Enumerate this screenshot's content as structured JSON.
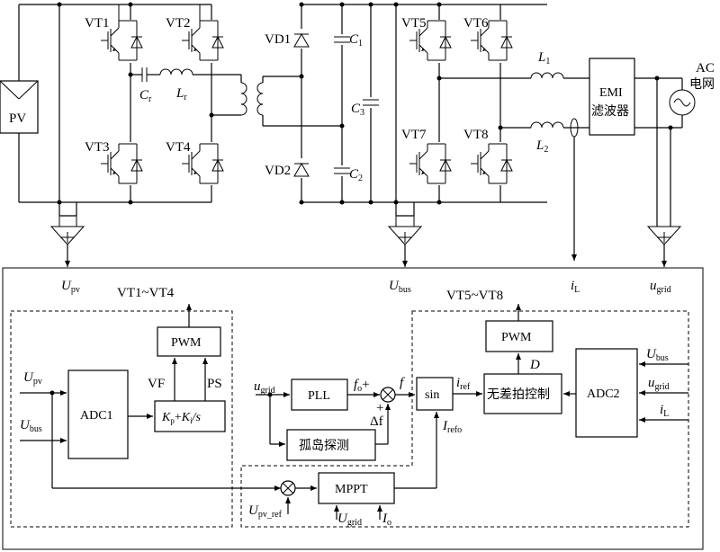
{
  "source": {
    "pv": "PV"
  },
  "fullbridge": {
    "vt1": "VT1",
    "vt2": "VT2",
    "vt3": "VT3",
    "vt4": "VT4",
    "cr": "C",
    "cr_sub": "r",
    "lr": "L",
    "lr_sub": "r"
  },
  "rectifier": {
    "vd1": "VD1",
    "vd2": "VD2",
    "c1": "C",
    "c1_sub": "1",
    "c2": "C",
    "c2_sub": "2",
    "c3": "C",
    "c3_sub": "3"
  },
  "inverter": {
    "vt5": "VT5",
    "vt6": "VT6",
    "vt7": "VT7",
    "vt8": "VT8",
    "l1": "L",
    "l1_sub": "1",
    "l2": "L",
    "l2_sub": "2"
  },
  "grid": {
    "emi_line1": "EMI",
    "emi_line2": "滤波器",
    "ac_line1": "AC",
    "ac_line2": "电网"
  },
  "sensors": {
    "upv": "U",
    "upv_sub": "pv",
    "ubus": "U",
    "ubus_sub": "bus",
    "il": "i",
    "il_sub": "L",
    "ugrid": "u",
    "ugrid_sub": "grid"
  },
  "control": {
    "vt1_vt4": "VT1~VT4",
    "vt5_vt8": "VT5~VT8",
    "pwm1": "PWM",
    "pwm2": "PWM",
    "adc1": "ADC1",
    "adc2": "ADC2",
    "pi_kp": "K",
    "pi_p": "p",
    "pi_plus": "+",
    "pi_ki": "K",
    "pi_i": "i",
    "pi_s": "/s",
    "vf": "VF",
    "ps": "PS",
    "pll": "PLL",
    "island": "孤岛探测",
    "sin": "sin",
    "deadbeat": "无差拍控制",
    "mppt": "MPPT",
    "d": "D",
    "fo": "f",
    "fo_sub": "o",
    "f": "f",
    "delta_f": "Δf",
    "plus": "+",
    "iref": "i",
    "iref_sub": "ref",
    "irefo": "I",
    "irefo_sub": "refo",
    "upv_ref": "U",
    "upv_ref_sub": "pv_ref",
    "io": "I",
    "io_sub": "o",
    "in_upv": "U",
    "in_upv_sub": "pv",
    "in_ubus": "U",
    "in_ubus_sub": "bus",
    "in_ugrid": "u",
    "in_ugrid_sub": "grid",
    "adc2_ubus": "U",
    "adc2_ubus_sub": "bus",
    "adc2_ugrid": "u",
    "adc2_ugrid_sub": "grid",
    "adc2_il": "i",
    "adc2_il_sub": "L",
    "mppt_ugrid": "U",
    "mppt_ugrid_sub": "grid"
  }
}
